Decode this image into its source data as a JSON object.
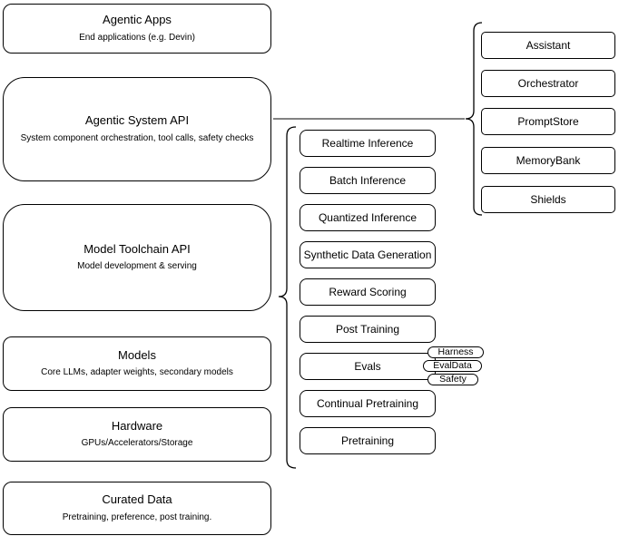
{
  "left_stack": [
    {
      "title": "Agentic Apps",
      "subtitle": "End applications (e.g. Devin)"
    },
    {
      "title": "Agentic System API",
      "subtitle": "System component orchestration, tool calls, safety checks"
    },
    {
      "title": "Model Toolchain API",
      "subtitle": "Model development & serving"
    },
    {
      "title": "Models",
      "subtitle": "Core LLMs, adapter weights, secondary models"
    },
    {
      "title": "Hardware",
      "subtitle": "GPUs/Accelerators/Storage"
    },
    {
      "title": "Curated Data",
      "subtitle": "Pretraining, preference, post training."
    }
  ],
  "toolchain_apis": [
    "Realtime Inference",
    "Batch Inference",
    "Quantized Inference",
    "Synthetic Data Generation",
    "Reward Scoring",
    "Post Training",
    "Evals",
    "Continual Pretraining",
    "Pretraining"
  ],
  "evals_tags": [
    "Harness",
    "EvalData",
    "Safety"
  ],
  "agentic_components": [
    "Assistant",
    "Orchestrator",
    "PromptStore",
    "MemoryBank",
    "Shields"
  ],
  "colors": {
    "box_fill": "#ffffff",
    "box_border": "#000000",
    "brace_stroke": "#000000",
    "connector_line": "#595959",
    "background": "#ffffff",
    "text": "#000000"
  }
}
